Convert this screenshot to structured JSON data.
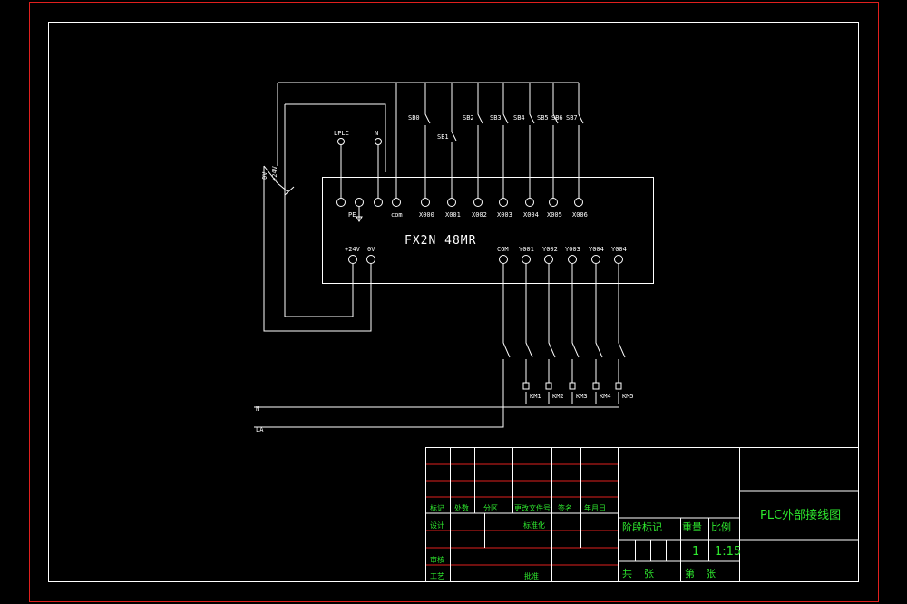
{
  "plc": {
    "model": "FX2N 48MR",
    "top_terminals": [
      "PE",
      "com",
      "X000",
      "X001",
      "X002",
      "X003",
      "X004",
      "X005",
      "X006"
    ],
    "power_terminals": [
      "+24V",
      "0V"
    ],
    "output_terminals": [
      "COM",
      "Y001",
      "Y002",
      "Y003",
      "Y004",
      "Y004"
    ],
    "supply_labels": [
      "LPLC",
      "N"
    ]
  },
  "switches": [
    "SB0",
    "SB1",
    "SB2",
    "SB3",
    "SB4",
    "SB5",
    "SB6",
    "SB7"
  ],
  "dc_supply": [
    "0V",
    "+24V"
  ],
  "relays": [
    "KM1",
    "KM2",
    "KM3",
    "KM4",
    "KM5"
  ],
  "mains": [
    "N",
    "LA"
  ],
  "title_block": {
    "row_headers": [
      "标记",
      "处数",
      "分区",
      "更改文件号",
      "签名",
      "年月日"
    ],
    "design": "设计",
    "standardize": "标准化",
    "review": "审核",
    "process": "工艺",
    "approve": "批准",
    "stage_mark": "阶段标记",
    "weight": "重量",
    "scale_label": "比例",
    "quantity": "1",
    "scale": "1:15",
    "total": "共",
    "sheet": "张",
    "page": "第",
    "page_unit": "张",
    "drawing_title": "PLC外部接线图"
  }
}
